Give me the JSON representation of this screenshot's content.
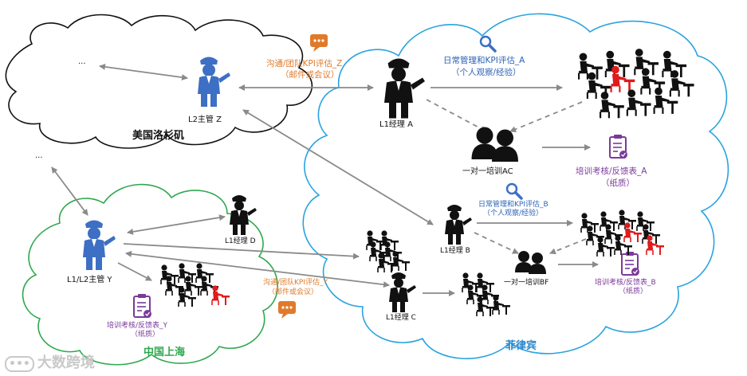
{
  "colors": {
    "la_cloud": "#111111",
    "ph_cloud": "#29a3e0",
    "sh_cloud": "#2fa84f",
    "arrow": "#8a8a8a",
    "orange": "#e07a2a",
    "blue": "#2e63b5",
    "purple": "#7a3a9a",
    "manager_blue": "#3d6fc4",
    "desk_red": "#e01b1b"
  },
  "regions": {
    "la": "美国洛杉矶",
    "shanghai": "中国上海",
    "philippines": "菲律宾"
  },
  "ellipsis_top": "...",
  "ellipsis_left": "...",
  "people": {
    "l2_z": "L2主管 Z",
    "l1_a": "L1经理 A",
    "l1l2_y": "L1/L2主管 Y",
    "l1_d": "L1经理 D",
    "l1_b": "L1经理 B",
    "l1_c": "L1经理 C"
  },
  "labels": {
    "comm_z_line1": "沟通/团队KPI评估_Z",
    "comm_z_line2": "（邮件或会议）",
    "daily_a_line1": "日常管理和KPI评估_A",
    "daily_a_line2": "（个人观察/经验）",
    "one_on_one_ac": "一对一培训AC",
    "training_a_line1": "培训考核/反馈表_A",
    "training_a_line2": "（纸质）",
    "daily_b_line1": "日常管理和KPI评估_B",
    "daily_b_line2": "（个人观察/经验）",
    "one_on_one_bf": "一对一培训BF",
    "training_b_line1": "培训考核/反馈表_B",
    "training_b_line2": "（纸质）",
    "comm_y_line1": "沟通/团队KPI评估_Y",
    "comm_y_line2": "（邮件或会议）",
    "training_y_line1": "培训考核/反馈表_Y",
    "training_y_line2": "（纸质）"
  },
  "watermark": "大数跨境"
}
